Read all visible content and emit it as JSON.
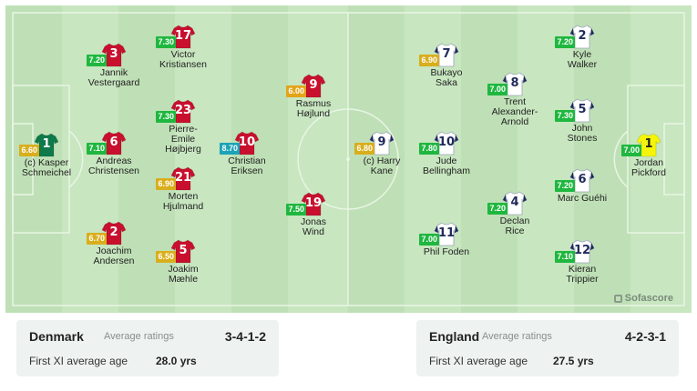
{
  "teams": [
    {
      "name": "Denmark",
      "ratings_label": "Average ratings",
      "formation": "3-4-1-2",
      "age_label": "First XI average age",
      "age_value": "28.0 yrs"
    },
    {
      "name": "England",
      "ratings_label": "Average ratings",
      "formation": "4-2-3-1",
      "age_label": "First XI average age",
      "age_value": "27.5 yrs"
    }
  ],
  "brand": "Sofascore",
  "colors": {
    "rating_high": "#1fb73f",
    "rating_teal": "#1ba3b8",
    "rating_mid": "#d9ae1c",
    "rating_low": "#e3a419",
    "denmark_shirt": "#c8102e",
    "denmark_gk": "#0e7a4a",
    "england_shirt": "#ffffff",
    "england_gk": "#f5f50a"
  },
  "players": [
    {
      "team": "DEN",
      "number": "1",
      "name": "(c) Kasper\nSchmeichel",
      "rating": "6.60",
      "rating_color": "#d9ae1c",
      "gk": true
    },
    {
      "team": "DEN",
      "number": "3",
      "name": "Jannik\nVestergaard",
      "rating": "7.20",
      "rating_color": "#1fb73f"
    },
    {
      "team": "DEN",
      "number": "6",
      "name": "Andreas\nChristensen",
      "rating": "7.10",
      "rating_color": "#1fb73f"
    },
    {
      "team": "DEN",
      "number": "2",
      "name": "Joachim\nAndersen",
      "rating": "6.70",
      "rating_color": "#d9ae1c"
    },
    {
      "team": "DEN",
      "number": "17",
      "name": "Victor\nKristiansen",
      "rating": "7.30",
      "rating_color": "#1fb73f"
    },
    {
      "team": "DEN",
      "number": "23",
      "name": "Pierre-\nEmile\nHøjbjerg",
      "rating": "7.30",
      "rating_color": "#1fb73f"
    },
    {
      "team": "DEN",
      "number": "21",
      "name": "Morten\nHjulmand",
      "rating": "6.90",
      "rating_color": "#d9ae1c"
    },
    {
      "team": "DEN",
      "number": "5",
      "name": "Joakim\nMæhle",
      "rating": "6.50",
      "rating_color": "#d9ae1c"
    },
    {
      "team": "DEN",
      "number": "10",
      "name": "Christian\nEriksen",
      "rating": "8.70",
      "rating_color": "#1ba3b8"
    },
    {
      "team": "DEN",
      "number": "9",
      "name": "Rasmus\nHøjlund",
      "rating": "6.00",
      "rating_color": "#e3a419"
    },
    {
      "team": "DEN",
      "number": "19",
      "name": "Jonas\nWind",
      "rating": "7.50",
      "rating_color": "#1fb73f"
    },
    {
      "team": "ENG",
      "number": "1",
      "name": "Jordan\nPickford",
      "rating": "7.00",
      "rating_color": "#1fb73f",
      "gk": true
    },
    {
      "team": "ENG",
      "number": "2",
      "name": "Kyle\nWalker",
      "rating": "7.20",
      "rating_color": "#1fb73f"
    },
    {
      "team": "ENG",
      "number": "5",
      "name": "John\nStones",
      "rating": "7.30",
      "rating_color": "#1fb73f"
    },
    {
      "team": "ENG",
      "number": "6",
      "name": "Marc Guéhi",
      "rating": "7.20",
      "rating_color": "#1fb73f"
    },
    {
      "team": "ENG",
      "number": "12",
      "name": "Kieran\nTrippier",
      "rating": "7.10",
      "rating_color": "#1fb73f"
    },
    {
      "team": "ENG",
      "number": "8",
      "name": "Trent\nAlexander-\nArnold",
      "rating": "7.00",
      "rating_color": "#1fb73f"
    },
    {
      "team": "ENG",
      "number": "4",
      "name": "Declan\nRice",
      "rating": "7.20",
      "rating_color": "#1fb73f"
    },
    {
      "team": "ENG",
      "number": "7",
      "name": "Bukayo\nSaka",
      "rating": "6.90",
      "rating_color": "#d9ae1c"
    },
    {
      "team": "ENG",
      "number": "10",
      "name": "Jude\nBellingham",
      "rating": "7.80",
      "rating_color": "#1fb73f"
    },
    {
      "team": "ENG",
      "number": "11",
      "name": "Phil Foden",
      "rating": "7.00",
      "rating_color": "#1fb73f"
    },
    {
      "team": "ENG",
      "number": "9",
      "name": "(c) Harry\nKane",
      "rating": "6.80",
      "rating_color": "#d9ae1c"
    }
  ]
}
